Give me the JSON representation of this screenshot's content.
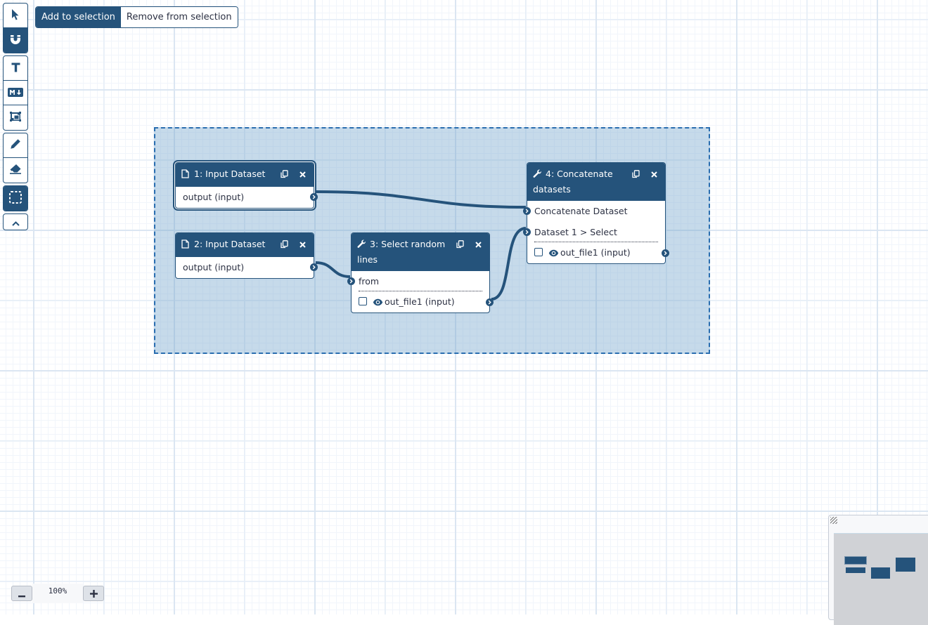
{
  "toolbar": {
    "groups": [
      {
        "items": [
          {
            "name": "pointer-tool",
            "icon": "cursor-arrow-icon",
            "active": false
          },
          {
            "name": "snap-to-grid",
            "icon": "magnet-icon",
            "active": true
          }
        ]
      },
      {
        "items": [
          {
            "name": "text-annotation",
            "icon": "text-t-icon",
            "active": false
          },
          {
            "name": "markdown-annotation",
            "icon": "markdown-icon",
            "active": false
          },
          {
            "name": "frame-annotation",
            "icon": "frame-icon",
            "active": false
          }
        ]
      },
      {
        "items": [
          {
            "name": "freehand-pen",
            "icon": "pencil-icon",
            "active": false
          },
          {
            "name": "freehand-eraser",
            "icon": "eraser-icon",
            "active": false
          }
        ]
      },
      {
        "items": [
          {
            "name": "box-select",
            "icon": "dashed-square-icon",
            "active": true
          }
        ]
      },
      {
        "items": [
          {
            "name": "collapse-toolbar",
            "icon": "chevron-up-icon",
            "active": false
          }
        ]
      }
    ]
  },
  "selection_mode": {
    "add_label": "Add to selection",
    "remove_label": "Remove from selection",
    "active": "add"
  },
  "nodes": [
    {
      "id": 1,
      "title": "1: Input Dataset",
      "icon": "file-icon",
      "selected": true,
      "outputs": [
        "output (input)"
      ]
    },
    {
      "id": 2,
      "title": "2: Input Dataset",
      "icon": "file-icon",
      "selected": false,
      "outputs": [
        "output (input)"
      ]
    },
    {
      "id": 3,
      "title": "3: Select random lines",
      "icon": "wrench-icon",
      "selected": false,
      "inputs": [
        "from"
      ],
      "outputs": [
        "out_file1 (input)"
      ]
    },
    {
      "id": 4,
      "title": "4: Concatenate datasets",
      "icon": "wrench-icon",
      "selected": false,
      "inputs": [
        "Concatenate Dataset",
        "Dataset 1 > Select"
      ],
      "outputs": [
        "out_file1 (input)"
      ]
    }
  ],
  "zoom": {
    "value": "100%",
    "minus_label": "−",
    "plus_label": "+"
  },
  "colors": {
    "primary": "#25537b",
    "selection_fill": "#78a6ce",
    "selection_border": "#2a6eb0",
    "grid": "#dbe6f2"
  }
}
